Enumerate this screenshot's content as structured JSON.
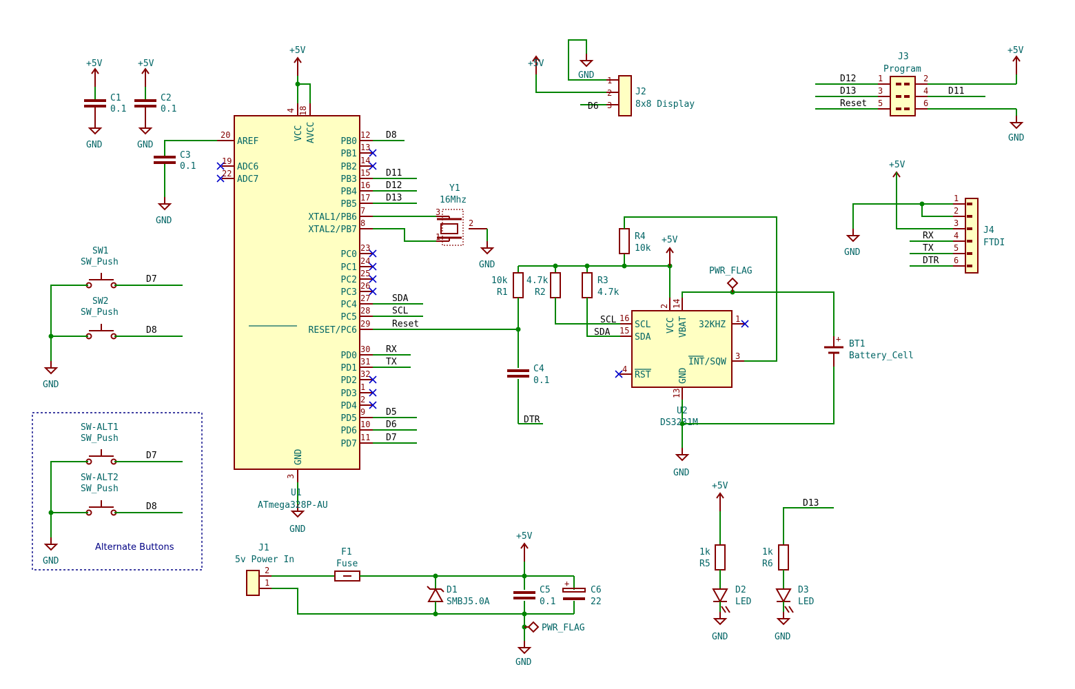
{
  "power": {
    "vcc": "+5V",
    "gnd": "GND",
    "pwr_flag": "PWR_FLAG"
  },
  "caps": {
    "c1": {
      "ref": "C1",
      "value": "0.1"
    },
    "c2": {
      "ref": "C2",
      "value": "0.1"
    },
    "c3": {
      "ref": "C3",
      "value": "0.1"
    },
    "c4": {
      "ref": "C4",
      "value": "0.1"
    },
    "c5": {
      "ref": "C5",
      "value": "0.1"
    },
    "c6": {
      "ref": "C6",
      "value": "22"
    }
  },
  "switches": {
    "sw1": {
      "ref": "SW1",
      "value": "SW_Push",
      "net": "D7"
    },
    "sw2": {
      "ref": "SW2",
      "value": "SW_Push",
      "net": "D8"
    },
    "alt1": {
      "ref": "SW-ALT1",
      "value": "SW_Push",
      "net": "D7"
    },
    "alt2": {
      "ref": "SW-ALT2",
      "value": "SW_Push",
      "net": "D8"
    },
    "alt_label": "Alternate Buttons"
  },
  "u1": {
    "ref": "U1",
    "value": "ATmega328P-AU",
    "top": [
      {
        "num": "4",
        "name": "VCC"
      },
      {
        "num": "18",
        "name": "AVCC"
      }
    ],
    "bottom": {
      "num": "3",
      "name": "GND"
    },
    "left": [
      {
        "num": "20",
        "name": "AREF"
      },
      {
        "num": "19",
        "name": "ADC6"
      },
      {
        "num": "22",
        "name": "ADC7"
      }
    ],
    "right": [
      {
        "num": "12",
        "name": "PB0",
        "net": "D8"
      },
      {
        "num": "13",
        "name": "PB1",
        "net": ""
      },
      {
        "num": "14",
        "name": "PB2",
        "net": ""
      },
      {
        "num": "15",
        "name": "PB3",
        "net": "D11"
      },
      {
        "num": "16",
        "name": "PB4",
        "net": "D12"
      },
      {
        "num": "17",
        "name": "PB5",
        "net": "D13"
      },
      {
        "num": "7",
        "name": "XTAL1/PB6",
        "net": ""
      },
      {
        "num": "8",
        "name": "XTAL2/PB7",
        "net": ""
      },
      {
        "num": "23",
        "name": "PC0",
        "net": ""
      },
      {
        "num": "24",
        "name": "PC1",
        "net": ""
      },
      {
        "num": "25",
        "name": "PC2",
        "net": ""
      },
      {
        "num": "26",
        "name": "PC3",
        "net": ""
      },
      {
        "num": "27",
        "name": "PC4",
        "net": "SDA"
      },
      {
        "num": "28",
        "name": "PC5",
        "net": "SCL"
      },
      {
        "num": "29",
        "name": "RESET/PC6",
        "net": "Reset"
      },
      {
        "num": "30",
        "name": "PD0",
        "net": "RX"
      },
      {
        "num": "31",
        "name": "PD1",
        "net": "TX"
      },
      {
        "num": "32",
        "name": "PD2",
        "net": ""
      },
      {
        "num": "1",
        "name": "PD3",
        "net": ""
      },
      {
        "num": "2",
        "name": "PD4",
        "net": ""
      },
      {
        "num": "9",
        "name": "PD5",
        "net": "D5"
      },
      {
        "num": "10",
        "name": "PD6",
        "net": "D6"
      },
      {
        "num": "11",
        "name": "PD7",
        "net": "D7"
      }
    ]
  },
  "y1": {
    "ref": "Y1",
    "value": "16Mhz",
    "pins": [
      "3",
      "2",
      "1"
    ]
  },
  "j2": {
    "ref": "J2",
    "value": "8x8 Display",
    "pins": [
      "1",
      "2",
      "3"
    ],
    "net3": "D6"
  },
  "j3": {
    "ref": "J3",
    "value": "Program",
    "rows": [
      {
        "lnet": "D12",
        "lnum": "1",
        "rnum": "2",
        "rnet": ""
      },
      {
        "lnet": "D13",
        "lnum": "3",
        "rnum": "4",
        "rnet": "D11"
      },
      {
        "lnet": "Reset",
        "lnum": "5",
        "rnum": "6",
        "rnet": ""
      }
    ]
  },
  "j4": {
    "ref": "J4",
    "value": "FTDI",
    "pins": [
      {
        "num": "1",
        "net": ""
      },
      {
        "num": "2",
        "net": ""
      },
      {
        "num": "3",
        "net": ""
      },
      {
        "num": "4",
        "net": "RX"
      },
      {
        "num": "5",
        "net": "TX"
      },
      {
        "num": "6",
        "net": "DTR"
      }
    ]
  },
  "resistors": {
    "r1": {
      "ref": "R1",
      "value": "10k"
    },
    "r2": {
      "ref": "R2",
      "value": "4.7k"
    },
    "r3": {
      "ref": "R3",
      "value": "4.7k"
    },
    "r4": {
      "ref": "R4",
      "value": "10k"
    },
    "r5": {
      "ref": "R5",
      "value": "1k"
    },
    "r6": {
      "ref": "R6",
      "value": "1k"
    }
  },
  "u2": {
    "ref": "U2",
    "value": "DS3231M",
    "pins": {
      "scl": {
        "num": "16",
        "name": "SCL"
      },
      "sda": {
        "num": "15",
        "name": "SDA"
      },
      "rst": {
        "num": "4",
        "name": "RST"
      },
      "vcc": {
        "num": "2",
        "name": "VCC"
      },
      "vbat": {
        "num": "14",
        "name": "VBAT"
      },
      "k32": {
        "num": "1",
        "name": "32KHZ"
      },
      "sqw": {
        "num": "3",
        "name": "INT/SQW"
      },
      "gnd": {
        "num": "13",
        "name": "GND"
      }
    },
    "net_scl": "SCL",
    "net_sda": "SDA"
  },
  "bt1": {
    "ref": "BT1",
    "value": "Battery_Cell"
  },
  "c4_net": "DTR",
  "j1": {
    "ref": "J1",
    "value": "5v Power In",
    "pins": [
      "2",
      "1"
    ]
  },
  "f1": {
    "ref": "F1",
    "value": "Fuse"
  },
  "d1": {
    "ref": "D1",
    "value": "SMBJ5.0A"
  },
  "d2": {
    "ref": "D2",
    "value": "LED"
  },
  "d3": {
    "ref": "D3",
    "value": "LED"
  },
  "d3_net": "D13"
}
